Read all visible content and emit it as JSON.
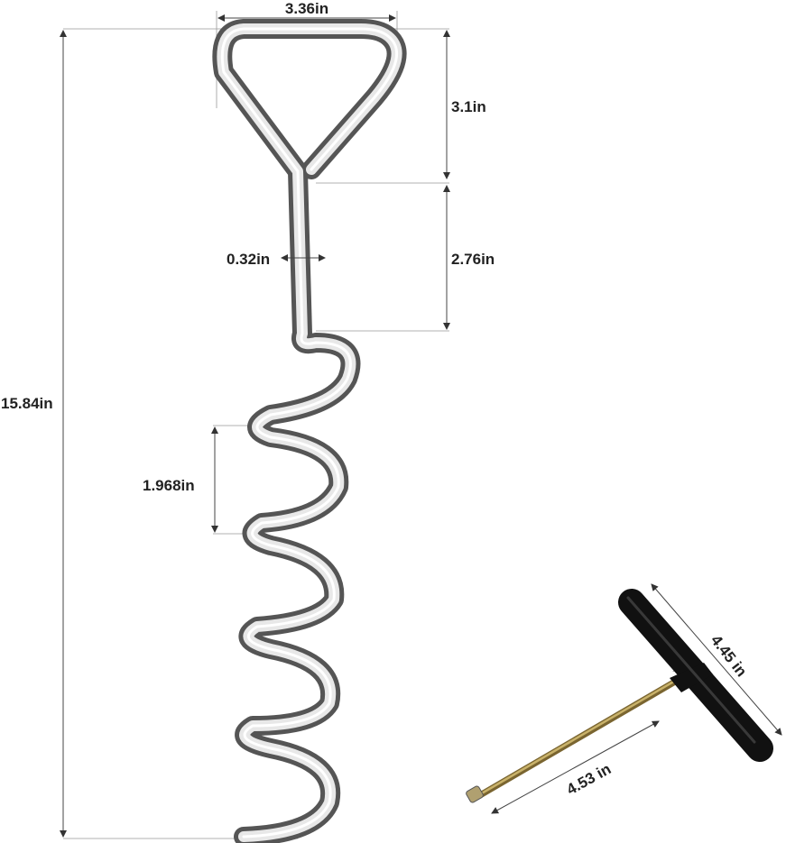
{
  "dimensions": {
    "loop_width": "3.36in",
    "loop_height": "3.1in",
    "shaft_length": "2.76in",
    "shaft_diameter": "0.32in",
    "total_length": "15.84in",
    "spiral_pitch": "1.968in",
    "handle_width": "4.45 in",
    "handle_shaft_length": "4.53 in"
  },
  "colors": {
    "steel": "#c8c8c8",
    "handle": "#111111",
    "handle_rod": "#a08a4a"
  }
}
